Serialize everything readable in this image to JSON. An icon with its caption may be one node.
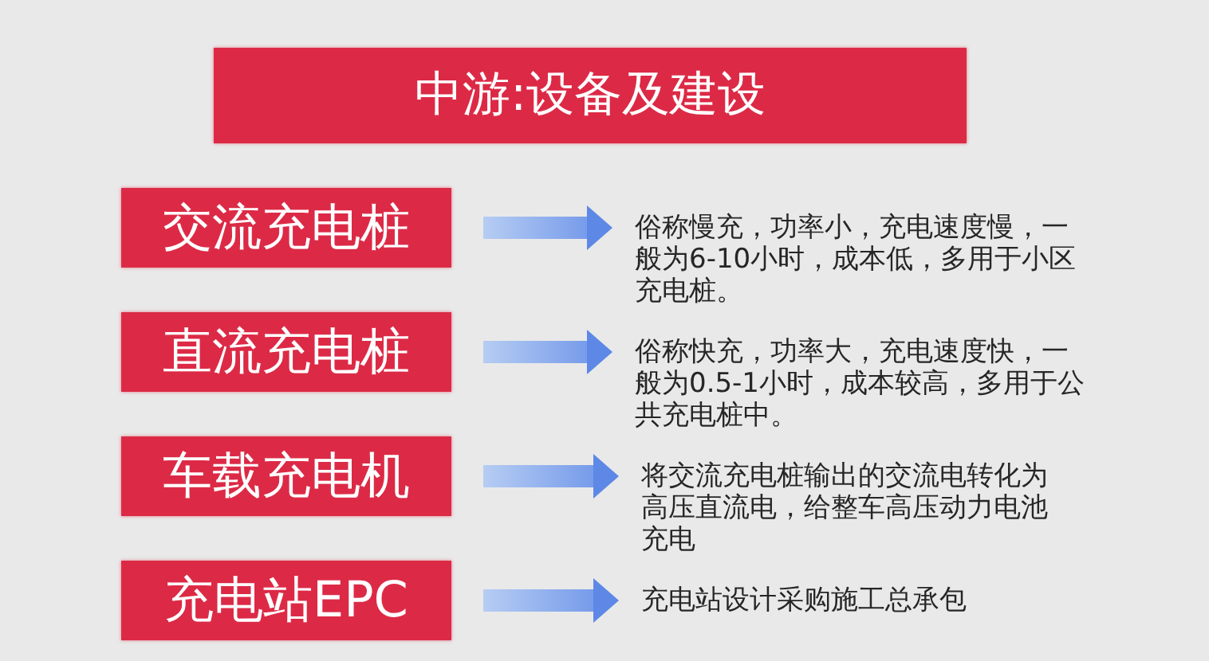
{
  "diagram": {
    "nodes": [
      {
        "text": [
          "中游:设备及建设"
        ]
      },
      {
        "text": [
          "交流充电桩"
        ]
      },
      {
        "text": [
          "直流充电桩"
        ]
      },
      {
        "text": [
          "车载充电机"
        ]
      },
      {
        "text": [
          "充电站EPC"
        ]
      },
      {
        "text": [
          "俗称慢充，功率小，充电速度慢，一般为6-10小时，成本低，多用于小区充电桩。"
        ]
      },
      {
        "text": [
          "俗称快充，功率大，充电速度快，一般为0.5-1小时，成本较高，多用于公共充电桩中。"
        ]
      },
      {
        "text": [
          "将交流充电桩输出的交流电转化为高压直流电，给整车高压动力电池充电"
        ]
      },
      {
        "text": [
          "充电站设计采购施工总承包"
        ]
      }
    ],
    "edges": [
      {
        "from": 1,
        "to": 5,
        "arrow": "to"
      },
      {
        "from": 2,
        "to": 6,
        "arrow": "to"
      },
      {
        "from": 3,
        "to": 7,
        "arrow": "to"
      },
      {
        "from": 4,
        "to": 8,
        "arrow": "to"
      }
    ]
  }
}
